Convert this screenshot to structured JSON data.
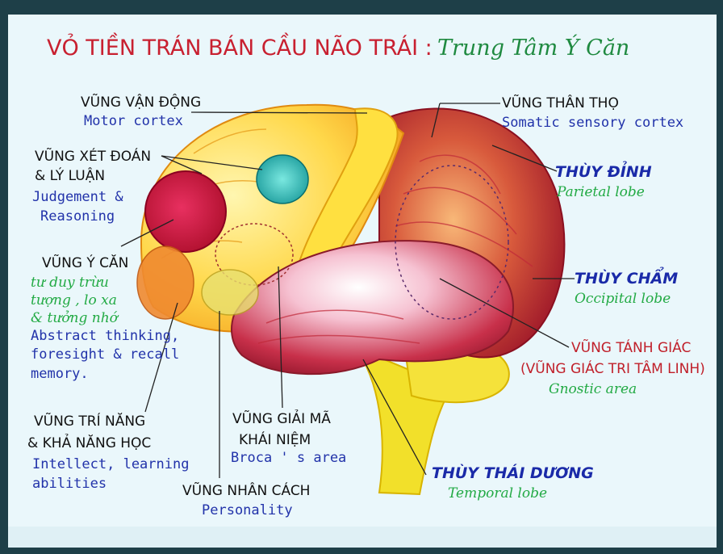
{
  "title": {
    "main": "VỎ TIỀN TRÁN BÁN CẦU NÃO TRÁI :",
    "sub": "Trung Tâm Ý Căn"
  },
  "labels": {
    "motor": {
      "vi": "VŨNG VẬN ĐỘNG",
      "en": "Motor cortex"
    },
    "judgement": {
      "vi1": "VŨNG XÉT ĐOÁN",
      "vi2": "& LÝ LUẬN",
      "en1": "Judgement &",
      "en2": "Reasoning"
    },
    "y_can": {
      "vi": "VŨNG Ý CĂN",
      "vi_g1": "tư duy trừu",
      "vi_g2": "tượng , lo xa",
      "vi_g3": "& tưởng nhớ",
      "en1": "Abstract thinking,",
      "en2": "foresight & recall",
      "en3": "memory."
    },
    "intellect": {
      "vi1": "VŨNG TRÍ NĂNG",
      "vi2": "& KHẢ NĂNG HỌC",
      "en1": "Intellect, learning",
      "en2": "abilities"
    },
    "broca": {
      "vi1": "VŨNG GIẢI MÃ",
      "vi2": "KHÁI NIỆM",
      "en": "Broca ' s area"
    },
    "personality": {
      "vi": "VŨNG NHÂN CÁCH",
      "en": "Personality"
    },
    "somatic": {
      "vi": "VŨNG THÂN THỌ",
      "en": "Somatic sensory cortex"
    },
    "parietal": {
      "vi": "THÙY ĐỈNH",
      "en": "Parietal lobe"
    },
    "occipital": {
      "vi": "THÙY CHẨM",
      "en": "Occipital lobe"
    },
    "gnostic": {
      "vi1": "VŨNG TÁNH GIÁC",
      "vi2": "(VŨNG GIÁC TRI TÂM LINH)",
      "en": "Gnostic area"
    },
    "temporal": {
      "vi": "THÙY THÁI DƯƠNG",
      "en": "Temporal lobe"
    }
  },
  "colors": {
    "background": "#eaf7fb",
    "frame": "#1e3f48",
    "title_red": "#c82030",
    "title_green": "#1f8a40",
    "label_blue": "#2233aa",
    "label_green": "#22aa44"
  }
}
